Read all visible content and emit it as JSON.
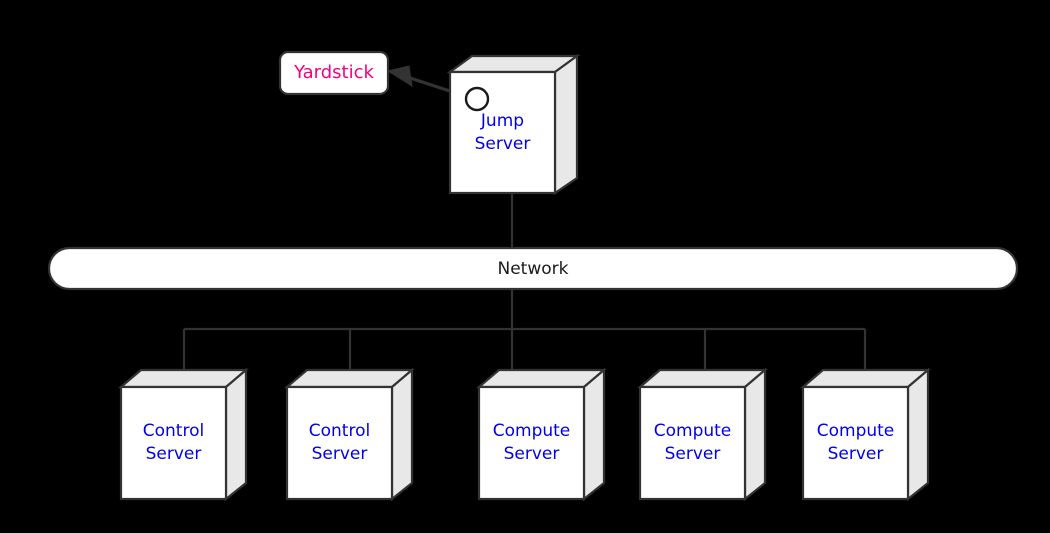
{
  "diagram": {
    "type": "deployment-topology",
    "title_text_visible": false,
    "background_color": "#000000",
    "colors": {
      "node_label": "#0000ee",
      "yardstick_label": "#f5007f",
      "network_label": "#1a1a1a",
      "box_front": "#ffffff",
      "box_shade": "#e8e8e8",
      "stroke": "#333333"
    }
  },
  "yardstick": {
    "label": "Yardstick",
    "shape": "rounded-rect"
  },
  "jump_server": {
    "label": "Jump\nServer",
    "line1": "Jump",
    "line2": "Server",
    "interface": "lollipop-socket"
  },
  "network": {
    "label": "Network",
    "shape": "stadium-bar"
  },
  "servers": [
    {
      "id": "control-server-1",
      "line1": "Control",
      "line2": "Server",
      "label": "Control Server"
    },
    {
      "id": "control-server-2",
      "line1": "Control",
      "line2": "Server",
      "label": "Control Server"
    },
    {
      "id": "compute-server-1",
      "line1": "Compute",
      "line2": "Server",
      "label": "Compute Server"
    },
    {
      "id": "compute-server-2",
      "line1": "Compute",
      "line2": "Server",
      "label": "Compute Server"
    },
    {
      "id": "compute-server-3",
      "line1": "Compute",
      "line2": "Server",
      "label": "Compute Server"
    }
  ],
  "connections": [
    {
      "from": "jump-server",
      "to": "yardstick",
      "style": "dependency-arrow"
    },
    {
      "from": "jump-server",
      "to": "network",
      "style": "plain-line"
    },
    {
      "from": "network",
      "to": "control-server-1",
      "style": "plain-line"
    },
    {
      "from": "network",
      "to": "control-server-2",
      "style": "plain-line"
    },
    {
      "from": "network",
      "to": "compute-server-1",
      "style": "plain-line"
    },
    {
      "from": "network",
      "to": "compute-server-2",
      "style": "plain-line"
    },
    {
      "from": "network",
      "to": "compute-server-3",
      "style": "plain-line"
    }
  ]
}
